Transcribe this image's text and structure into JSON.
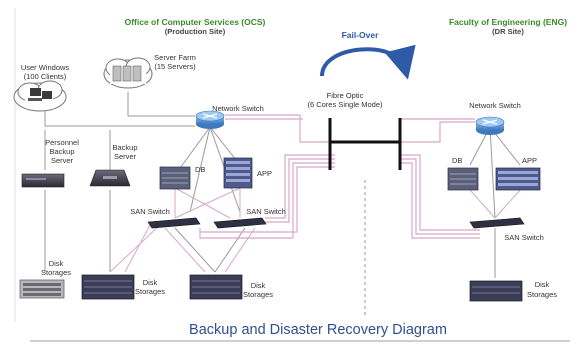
{
  "ocs_title": "Office of Computer Services (OCS)",
  "ocs_subtitle": "(Production Site)",
  "eng_title": "Faculty of Engineering (ENG)",
  "eng_subtitle": "(DR Site)",
  "failover": "Fail-Over",
  "fibre_line1": "Fibre Optic",
  "fibre_line2": "(6 Cores Single Mode)",
  "user_line1": "User Windows",
  "user_line2": "(100 Clients)",
  "farm_line1": "Server Farm",
  "farm_line2": "(15 Servers)",
  "network_switch": "Network Switch",
  "personnel_line1": "Personnel",
  "personnel_line2": "Backup",
  "personnel_line3": "Server",
  "backup_line1": "Backup",
  "backup_line2": "Server",
  "db": "DB",
  "app": "APP",
  "san_switch": "SAN Switch",
  "disk": "Disk",
  "storages": "Storages",
  "diagram_title": "Backup and Disaster Recovery Diagram",
  "colors": {
    "header_green": "#3a8a2a",
    "title_blue": "#2f4f93",
    "failover_blue": "#2f5aa8",
    "fibre_pink": "#d8a8c8",
    "fibre_black": "#111111",
    "router_blue": "#4a86c8"
  }
}
